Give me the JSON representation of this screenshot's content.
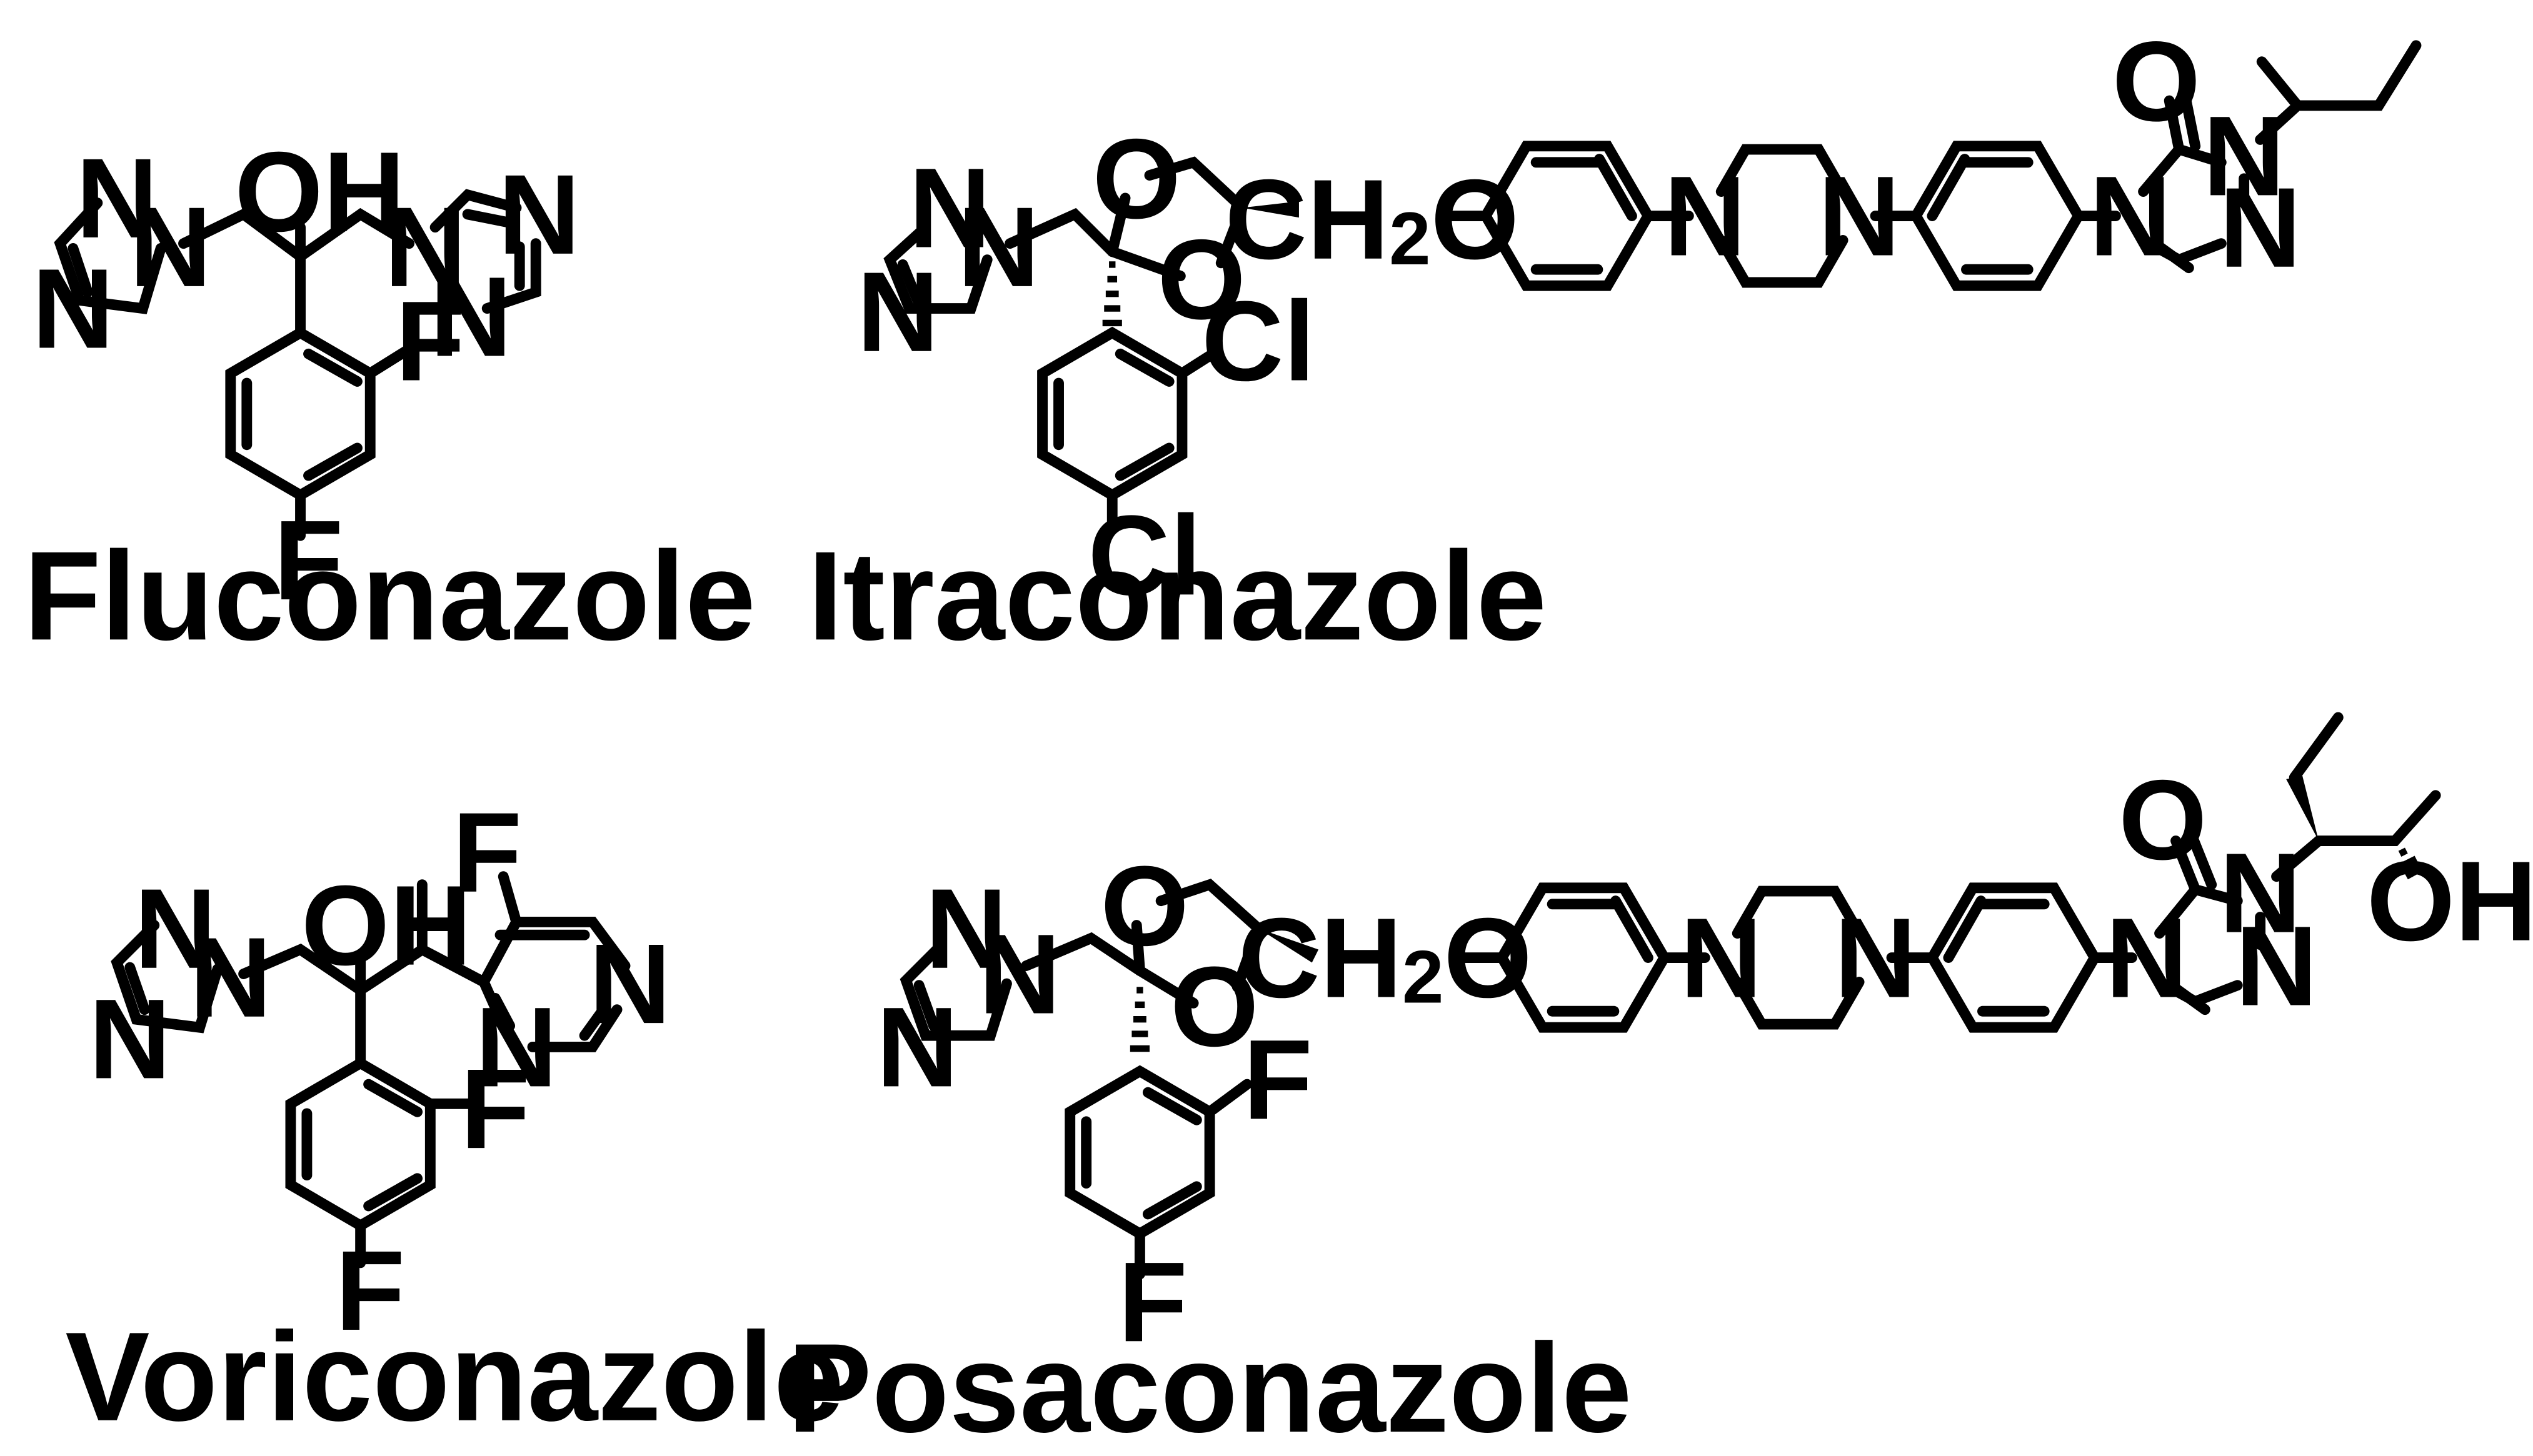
{
  "atoms": {
    "oh": "OH",
    "n": "N",
    "o": "O",
    "f": "F",
    "cl": "Cl",
    "ch2o_ch": "CH",
    "ch2o_sub": "2",
    "ch2o_o": "O"
  },
  "molecules": [
    {
      "key": "fluconazole",
      "name": "Fluconazole"
    },
    {
      "key": "itraconazole",
      "name": "Itraconazole"
    },
    {
      "key": "voriconazole",
      "name": "Voriconazole"
    },
    {
      "key": "posaconazole",
      "name": "Posaconazole"
    }
  ]
}
